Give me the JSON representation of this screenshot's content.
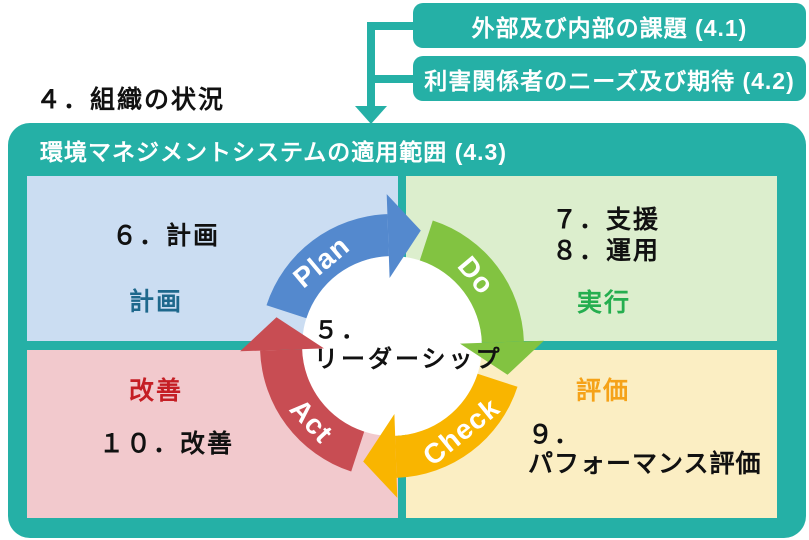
{
  "colors": {
    "teal": "#25B0A6",
    "quadrant_plan_bg": "#CBDDF2",
    "quadrant_do_bg": "#DCEECD",
    "quadrant_act_bg": "#F2C9CD",
    "quadrant_check_bg": "#FBEEC3",
    "label_plan": "#1E688C",
    "label_do": "#25AE4F",
    "label_act": "#C51E24",
    "label_check": "#F5A218",
    "arc_plan": "#5489CE",
    "arc_do": "#82C341",
    "arc_check": "#F9B500",
    "arc_act": "#C84D53",
    "text_dark": "#111111",
    "text_white": "#FFFFFF"
  },
  "header": {
    "section_title": "４．組織の状況"
  },
  "banners": [
    {
      "label": "外部及び内部の課題 (4.1)"
    },
    {
      "label": "利害関係者のニーズ及び期待 (4.2)"
    }
  ],
  "scope_box": {
    "title": "環境マネジメントシステムの適用範囲 (4.3)"
  },
  "quadrants": {
    "plan": {
      "clause": "６．計画",
      "label": "計画"
    },
    "do": {
      "clauses": [
        "７．支援",
        "８．運用"
      ],
      "label": "実行"
    },
    "act": {
      "label": "改善",
      "clause": "１０．改善"
    },
    "check": {
      "label": "評価",
      "clauses": [
        "９．",
        "パフォーマンス評価"
      ]
    }
  },
  "pdca": {
    "center": {
      "line1": "５．",
      "line2": "リーダーシップ"
    },
    "segments": [
      {
        "label": "Plan",
        "color": "#5489CE"
      },
      {
        "label": "Do",
        "color": "#82C341"
      },
      {
        "label": "Check",
        "color": "#F9B500"
      },
      {
        "label": "Act",
        "color": "#C84D53"
      }
    ]
  }
}
